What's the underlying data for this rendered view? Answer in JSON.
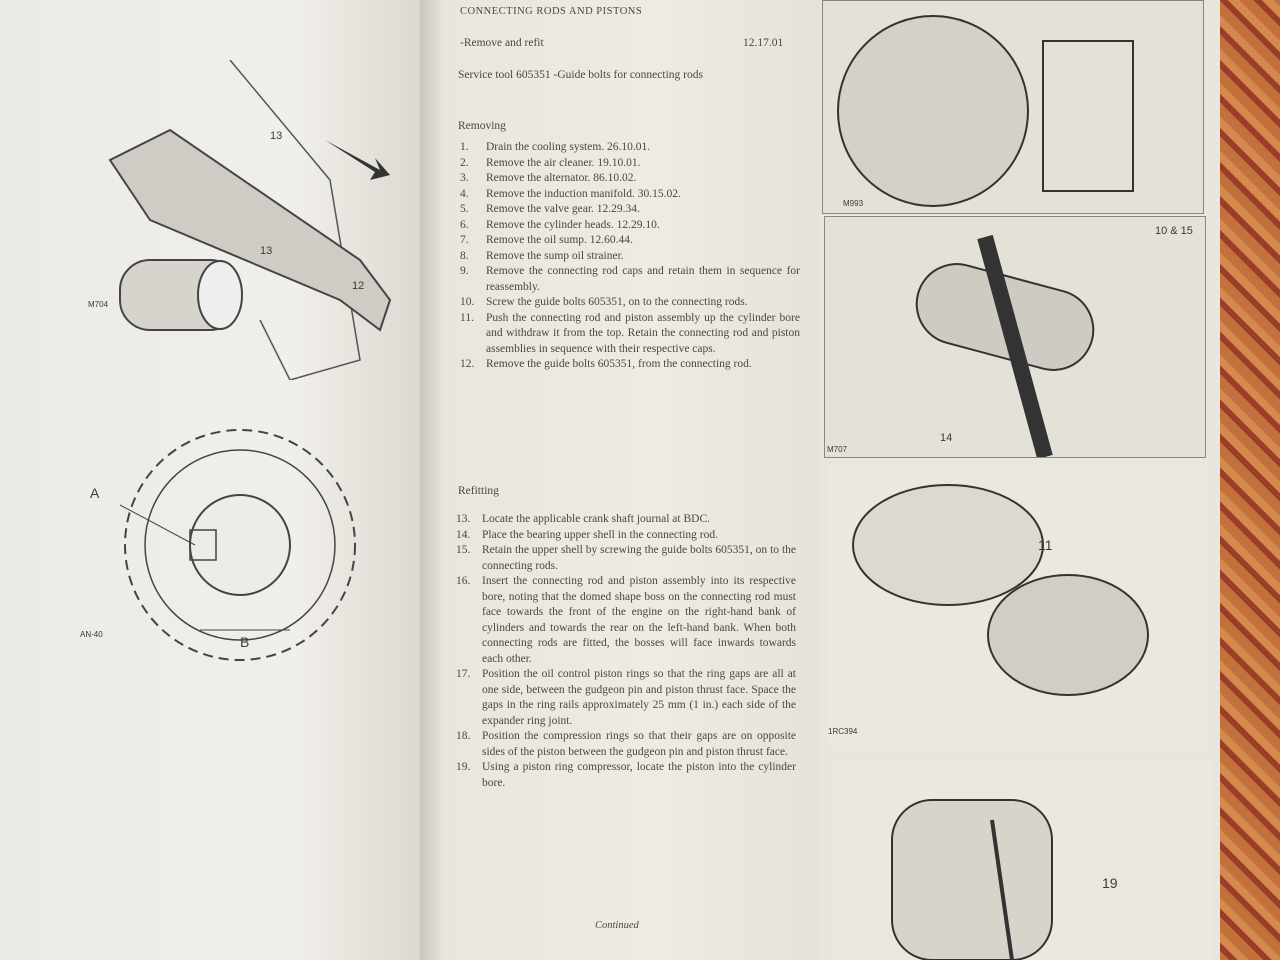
{
  "section_title": "CONNECTING RODS AND PISTONS",
  "operation": "-Remove and refit",
  "operation_code": "12.17.01",
  "service_tool": "Service tool 605351 -Guide bolts for connecting rods",
  "removing": {
    "heading": "Removing",
    "steps": [
      {
        "n": "1.",
        "text": "Drain the cooling system. 26.10.01."
      },
      {
        "n": "2.",
        "text": "Remove the air cleaner. 19.10.01."
      },
      {
        "n": "3.",
        "text": "Remove the alternator. 86.10.02."
      },
      {
        "n": "4.",
        "text": "Remove the induction manifold. 30.15.02."
      },
      {
        "n": "5.",
        "text": "Remove the valve gear. 12.29.34."
      },
      {
        "n": "6.",
        "text": "Remove the cylinder heads. 12.29.10."
      },
      {
        "n": "7.",
        "text": "Remove the oil sump. 12.60.44."
      },
      {
        "n": "8.",
        "text": "Remove the sump oil strainer."
      },
      {
        "n": "9.",
        "text": "Remove the connecting rod caps and retain them in sequence for reassembly."
      },
      {
        "n": "10.",
        "text": "Screw the guide bolts 605351, on to the connecting rods."
      },
      {
        "n": "11.",
        "text": "Push the connecting rod and piston assembly up the cylinder bore and withdraw it from the top. Retain the connecting rod and piston assemblies in sequence with their respective caps."
      },
      {
        "n": "12.",
        "text": "Remove the guide bolts 605351, from the connecting rod."
      }
    ]
  },
  "refitting": {
    "heading": "Refitting",
    "steps": [
      {
        "n": "13.",
        "text": "Locate the applicable crank shaft journal at BDC."
      },
      {
        "n": "14.",
        "text": "Place the bearing upper shell in the connecting rod."
      },
      {
        "n": "15.",
        "text": "Retain the upper shell by screwing the guide bolts 605351, on to the connecting rods."
      },
      {
        "n": "16.",
        "text": "Insert the connecting rod and piston assembly into its respective bore, noting that the domed shape boss on the connecting rod must face towards the front of the engine on the right-hand bank of cylinders and towards the rear on the left-hand bank. When both connecting rods are fitted, the bosses will face inwards towards each other."
      },
      {
        "n": "17.",
        "text": "Position the oil control piston rings so that the ring gaps are all at one side, between the gudgeon pin and piston thrust face. Space the gaps in the ring rails approximately 25 mm (1 in.) each side of the expander ring joint."
      },
      {
        "n": "18.",
        "text": "Position the compression rings so that their gaps are on opposite sides of the piston between the gudgeon pin and piston thrust face."
      },
      {
        "n": "19.",
        "text": "Using a piston ring compressor, locate the piston into the cylinder bore."
      }
    ]
  },
  "footer": "Continued",
  "figures": {
    "camshaft": {
      "labels": [
        "13",
        "13",
        "12"
      ],
      "code": "M704"
    },
    "sprocket": {
      "labels": [
        "A",
        "B"
      ],
      "code": "AN-40"
    },
    "right1": {
      "code": "M993"
    },
    "right2": {
      "labels": [
        "10 & 15",
        "14"
      ],
      "code": "M707"
    },
    "right3": {
      "labels": [
        "11"
      ],
      "code": "1RC394"
    },
    "right4": {
      "labels": [
        "19"
      ]
    }
  }
}
